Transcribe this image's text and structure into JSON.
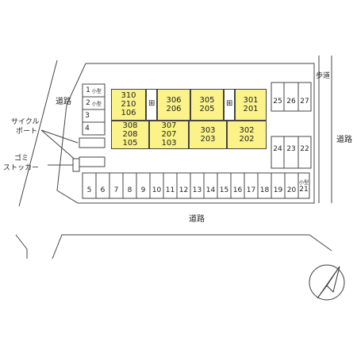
{
  "labels": {
    "road_left": "道路",
    "road_right": "道路",
    "road_bottom": "道路",
    "sidewalk": "歩道",
    "cycle_port_1": "サイクル",
    "cycle_port_2": "ポート",
    "garbage_1": "ゴミ",
    "garbage_2": "ストッカー"
  },
  "left_slots": [
    {
      "num": "1",
      "note": "小型"
    },
    {
      "num": "2",
      "note": "小型"
    },
    {
      "num": "3",
      "note": ""
    },
    {
      "num": "4",
      "note": ""
    }
  ],
  "bottom_slots": [
    "5",
    "6",
    "7",
    "8",
    "9",
    "10",
    "11",
    "12",
    "13",
    "14",
    "15",
    "16",
    "17",
    "18",
    "19",
    "20"
  ],
  "slot_21": {
    "num": "21",
    "note": "小型"
  },
  "right_top_slots": [
    "25",
    "26",
    "27"
  ],
  "right_bottom_slots": [
    "24",
    "23",
    "22"
  ],
  "buildings": {
    "b1": [
      "310",
      "210",
      "106"
    ],
    "b2": [
      "306",
      "206"
    ],
    "b3": [
      "305",
      "205"
    ],
    "b4": [
      "301",
      "201"
    ],
    "b5": [
      "308",
      "208",
      "105"
    ],
    "b6": [
      "307",
      "207",
      "103"
    ],
    "b7": [
      "303",
      "203"
    ],
    "b8": [
      "302",
      "202"
    ]
  },
  "colors": {
    "building": "#fbf38a",
    "line": "#444444"
  }
}
